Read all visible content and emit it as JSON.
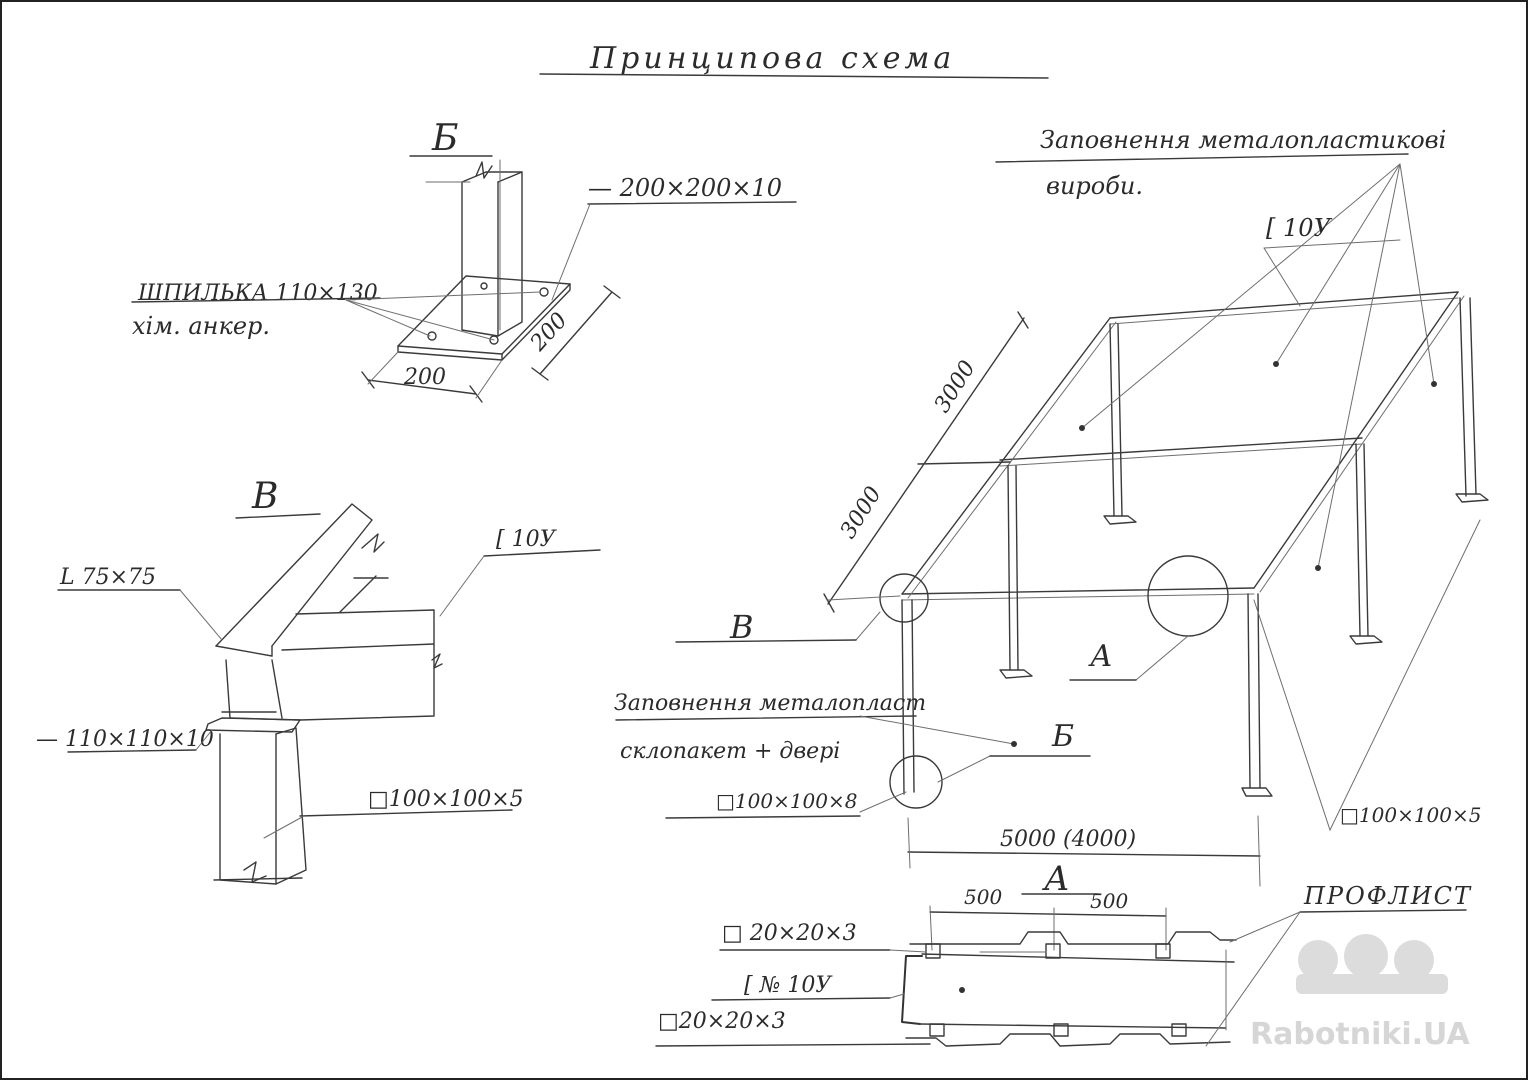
{
  "title": "Принципова схема",
  "detail_b": {
    "label": "Б",
    "plate": "— 200×200×10",
    "stud_line1": "ШПИЛЬКА 110×130",
    "stud_line2": "хім. анкер.",
    "dim_width": "200",
    "dim_depth": "200"
  },
  "detail_v": {
    "label": "В",
    "angle": "L 75×75",
    "channel": "[ 10У",
    "plate": "— 110×110×10",
    "post": "□100×100×5"
  },
  "main": {
    "fill_top_line1": "Заповнення металопластикові",
    "fill_top_line2": "вироби.",
    "channel": "[ 10У",
    "dim_3000_a": "3000",
    "dim_3000_b": "3000",
    "callout_v": "В",
    "callout_a": "А",
    "callout_b": "Б",
    "fill_front_line1": "Заповнення металопласт",
    "fill_front_line2": "склопакет + двері",
    "post_left": "□100×100×8",
    "post_right": "□100×100×5",
    "dim_width": "5000 (4000)"
  },
  "section_a": {
    "label": "А",
    "dim_left": "500",
    "dim_right": "500",
    "profile": "ПРОФЛИСТ",
    "tube_top": "□ 20×20×3",
    "channel": "[ № 10У",
    "tube_bottom": "□20×20×3"
  },
  "watermark": "Rabotniki.UA",
  "icon": "workers-helmets-icon"
}
